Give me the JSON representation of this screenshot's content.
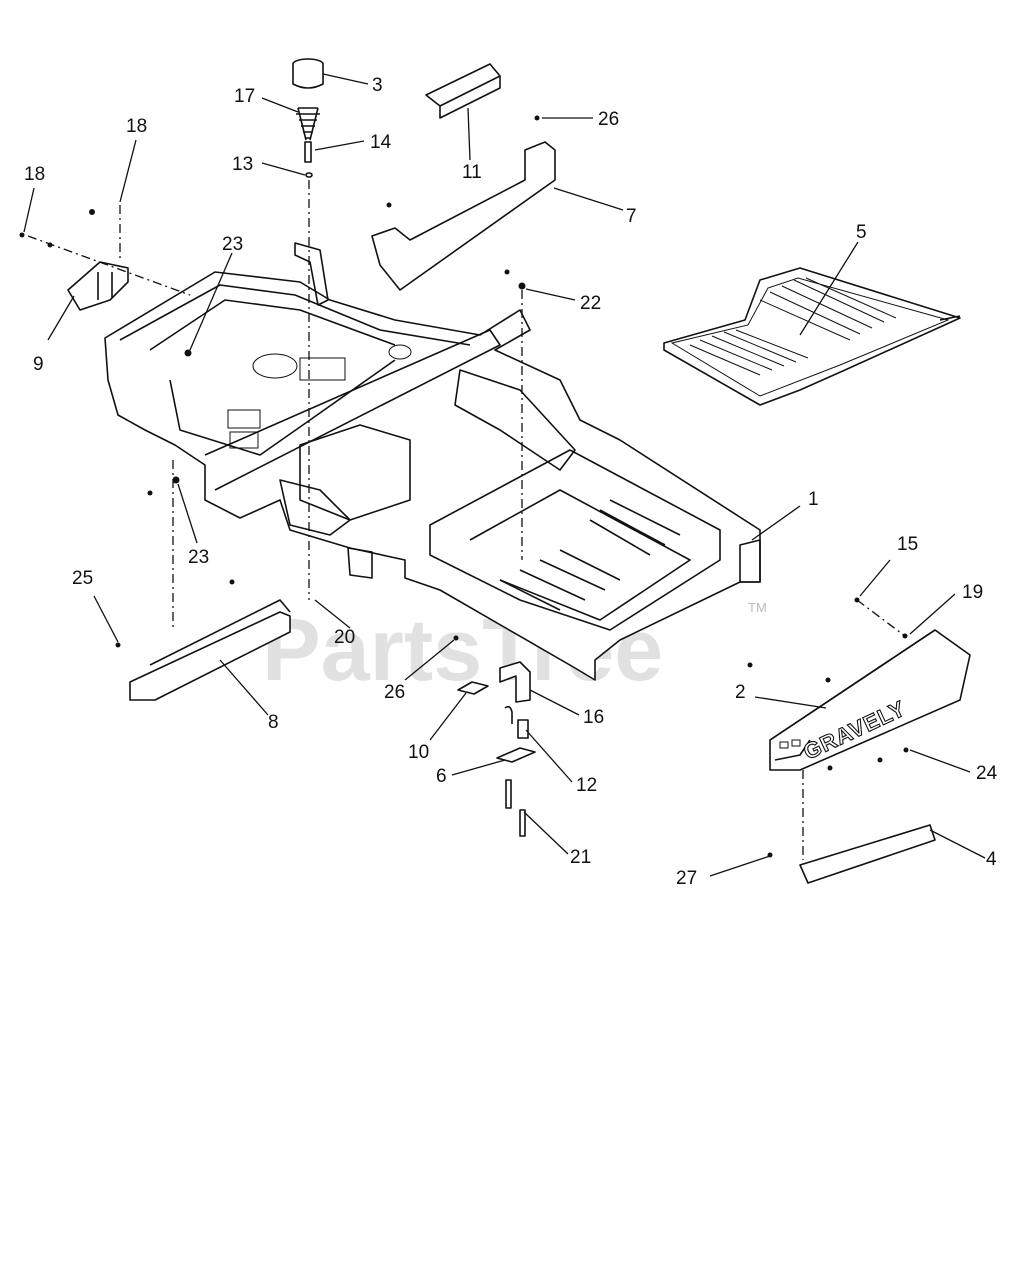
{
  "watermark": {
    "text": "PartsTree",
    "trademark": "TM"
  },
  "brand_logo": "GRAVELY",
  "callouts": [
    {
      "id": "3",
      "label": "3"
    },
    {
      "id": "17",
      "label": "17"
    },
    {
      "id": "14",
      "label": "14"
    },
    {
      "id": "13",
      "label": "13"
    },
    {
      "id": "18a",
      "label": "18"
    },
    {
      "id": "18b",
      "label": "18"
    },
    {
      "id": "11",
      "label": "11"
    },
    {
      "id": "26a",
      "label": "26"
    },
    {
      "id": "7",
      "label": "7"
    },
    {
      "id": "23a",
      "label": "23"
    },
    {
      "id": "5",
      "label": "5"
    },
    {
      "id": "22",
      "label": "22"
    },
    {
      "id": "9",
      "label": "9"
    },
    {
      "id": "1",
      "label": "1"
    },
    {
      "id": "23b",
      "label": "23"
    },
    {
      "id": "15",
      "label": "15"
    },
    {
      "id": "25",
      "label": "25"
    },
    {
      "id": "19",
      "label": "19"
    },
    {
      "id": "20",
      "label": "20"
    },
    {
      "id": "26b",
      "label": "26"
    },
    {
      "id": "2",
      "label": "2"
    },
    {
      "id": "8",
      "label": "8"
    },
    {
      "id": "16",
      "label": "16"
    },
    {
      "id": "10",
      "label": "10"
    },
    {
      "id": "24",
      "label": "24"
    },
    {
      "id": "12",
      "label": "12"
    },
    {
      "id": "6",
      "label": "6"
    },
    {
      "id": "21",
      "label": "21"
    },
    {
      "id": "4",
      "label": "4"
    },
    {
      "id": "27",
      "label": "27"
    }
  ]
}
